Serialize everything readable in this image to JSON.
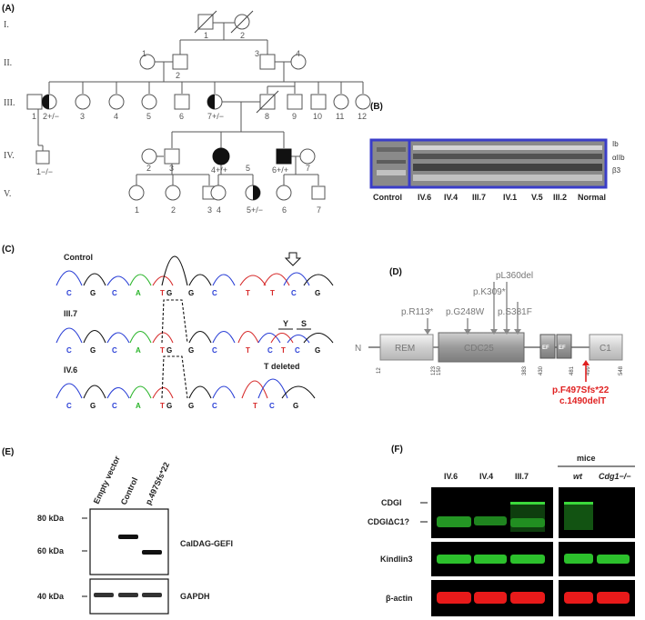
{
  "panels": {
    "A": "(A)",
    "B": "(B)",
    "C": "(C)",
    "D": "(D)",
    "E": "(E)",
    "F": "(F)"
  },
  "pedigree": {
    "generations": [
      "I.",
      "II.",
      "III.",
      "IV.",
      "V."
    ],
    "gen1": [
      "1",
      "2"
    ],
    "gen2": [
      "1",
      "2",
      "3",
      "4"
    ],
    "gen3": [
      "1",
      "2+/−",
      "3",
      "4",
      "5",
      "6",
      "7+/−",
      "8",
      "9",
      "10",
      "11",
      "12"
    ],
    "gen4": [
      "1−/−",
      "2",
      "3",
      "4+/+",
      "5",
      "6+/+",
      "7"
    ],
    "gen5": [
      "1",
      "2",
      "3",
      "4",
      "5+/−",
      "6",
      "7"
    ]
  },
  "blot_b": {
    "lanes": [
      "Control",
      "IV.6",
      "IV.4",
      "III.7",
      "IV.1",
      "V.5",
      "III.2",
      "Normal"
    ],
    "bands": [
      "Ib",
      "αIIb",
      "β3"
    ]
  },
  "chromatogram": {
    "tracks": [
      "Control",
      "III.7",
      "IV.6"
    ],
    "bases_control": [
      "C",
      "G",
      "C",
      "A",
      "T",
      "G",
      "G",
      "C",
      "T",
      "T",
      "C",
      "G"
    ],
    "bases_iii7": [
      "C",
      "G",
      "C",
      "A",
      "T",
      "G",
      "G",
      "C",
      "T",
      "C",
      "T",
      "C",
      "G"
    ],
    "bases_iv6": [
      "C",
      "G",
      "C",
      "A",
      "T",
      "G",
      "G",
      "C",
      "T",
      "C",
      "G"
    ],
    "iupac": [
      "Y",
      "S"
    ],
    "deleted_note": "T deleted",
    "base_colors": {
      "C": "#2a3fd6",
      "G": "#111111",
      "A": "#2bb52b",
      "T": "#d62a2a"
    }
  },
  "domains": {
    "n_term": "N",
    "c_term": "C",
    "names": [
      "REM",
      "CDC25",
      "EF",
      "EF",
      "C1"
    ],
    "positions": [
      "12",
      "123",
      "150",
      "383",
      "430",
      "481",
      "499",
      "548"
    ],
    "variants": [
      "p.R113*",
      "p.G248W",
      "p.K309*",
      "pL360del",
      "p.S381F"
    ],
    "highlight_variant": [
      "p.F497Sfs*22",
      "c.1490delT"
    ]
  },
  "blot_e": {
    "lanes": [
      "Empty vector",
      "Control",
      "p.497Sfs*22"
    ],
    "markers": [
      "80 kDa",
      "60 kDa",
      "40 kDa"
    ],
    "targets": [
      "CalDAG-GEFI",
      "GAPDH"
    ]
  },
  "blot_f": {
    "group_label": "mice",
    "patient_lanes": [
      "IV.6",
      "IV.4",
      "III.7"
    ],
    "mice_lanes": [
      "wt",
      "Cdg1−/−"
    ],
    "targets": [
      "CDGI",
      "CDGIΔC1?",
      "Kindlin3",
      "β-actin"
    ]
  }
}
